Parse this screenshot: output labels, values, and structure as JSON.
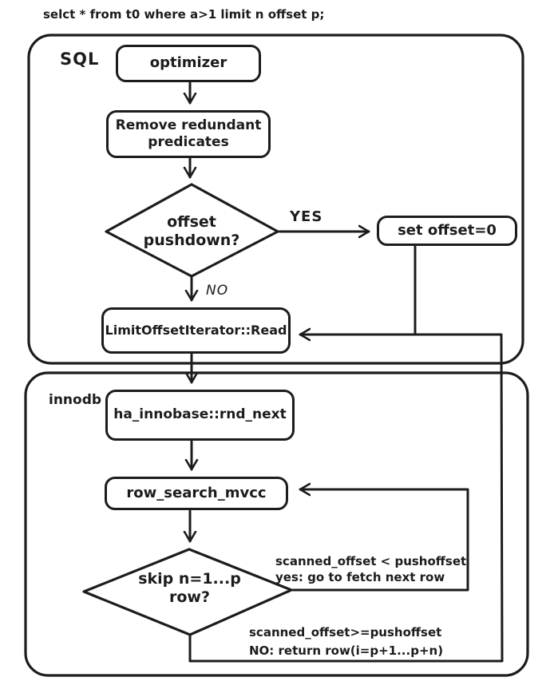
{
  "query": "selct * from t0 where a>1 limit n offset p;",
  "containers": {
    "sql": {
      "label": "SQL"
    },
    "innodb": {
      "label": "innodb"
    }
  },
  "nodes": {
    "optimizer": {
      "label": "optimizer"
    },
    "remove_redundant": {
      "line1": "Remove redundant",
      "line2": "predicates"
    },
    "offset_pushdown": {
      "line1": "offset",
      "line2": "pushdown?"
    },
    "set_offset": {
      "label": "set offset=0"
    },
    "limit_offset_iterator_read": {
      "label": "LimitOffsetIterator::Read"
    },
    "ha_innobase_rnd_next": {
      "label": "ha_innobase::rnd_next"
    },
    "row_search_mvcc": {
      "label": "row_search_mvcc"
    },
    "skip_rows": {
      "line1": "skip n=1...p",
      "line2": "row?"
    }
  },
  "edge_labels": {
    "yes": "YES",
    "no": "NO",
    "loop_line1": "scanned_offset < pushoffset",
    "loop_line2": "yes: go to fetch next row",
    "return_line1": "scanned_offset>=pushoffset",
    "return_line2": "NO: return row(i=p+1...p+n)"
  },
  "colors": {
    "ink": "#1c1c1c",
    "background": "#ffffff"
  }
}
